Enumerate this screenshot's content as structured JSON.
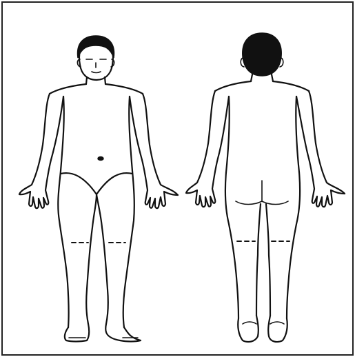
{
  "figure": {
    "views": [
      {
        "id": "front",
        "kind": "anterior-body-outline"
      },
      {
        "id": "back",
        "kind": "posterior-body-outline"
      }
    ],
    "colors": {
      "background": "#ffffff",
      "ink": "#111111",
      "frame": "#222222"
    }
  }
}
